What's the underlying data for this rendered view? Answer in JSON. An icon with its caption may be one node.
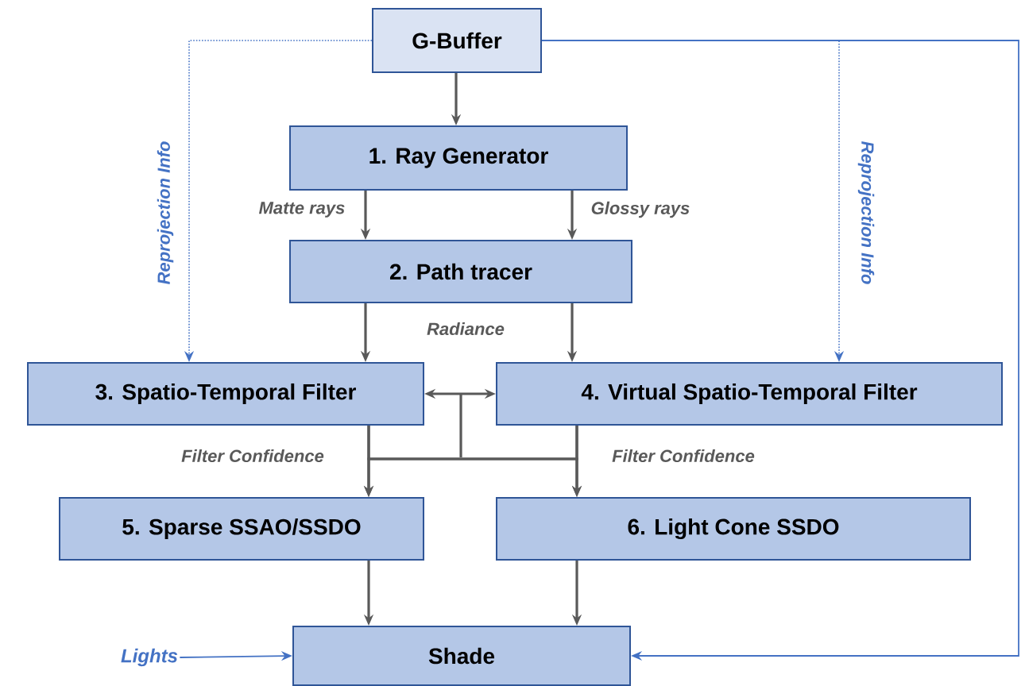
{
  "diagram": {
    "nodes": [
      {
        "text": [
          "G-Buffer"
        ]
      },
      {
        "text": [
          "1. Ray Generator"
        ]
      },
      {
        "text": [
          "2. Path tracer"
        ]
      },
      {
        "text": [
          "3. Spatio-Temporal Filter"
        ]
      },
      {
        "text": [
          "4. Virtual Spatio-Temporal Filter"
        ]
      },
      {
        "text": [
          "5. Sparse SSAO/SSDO"
        ]
      },
      {
        "text": [
          "6. Light Cone SSDO"
        ]
      },
      {
        "text": [
          "Shade"
        ]
      },
      {
        "text": [
          "Lights"
        ]
      }
    ],
    "edges": [
      {
        "from": 0,
        "to": 1,
        "arrow": "to"
      },
      {
        "from": 1,
        "to": 2,
        "arrow": "to",
        "label": "Matte rays"
      },
      {
        "from": 1,
        "to": 2,
        "arrow": "to",
        "label": "Glossy rays"
      },
      {
        "from": 2,
        "to": 3,
        "arrow": "to",
        "label": "Radiance"
      },
      {
        "from": 2,
        "to": 4,
        "arrow": "to"
      },
      {
        "from": 3,
        "to": 4,
        "arrow": "both"
      },
      {
        "from": 3,
        "to": 5,
        "arrow": "to",
        "label": "Filter Confidence"
      },
      {
        "from": 4,
        "to": 6,
        "arrow": "to",
        "label": "Filter Confidence"
      },
      {
        "from": 3,
        "to": 6,
        "arrow": "to"
      },
      {
        "from": 4,
        "to": 5,
        "arrow": "to"
      },
      {
        "from": 5,
        "to": 7,
        "arrow": "to"
      },
      {
        "from": 6,
        "to": 7,
        "arrow": "to"
      },
      {
        "from": 0,
        "to": 3,
        "arrow": "to",
        "style": "dashed",
        "color": "#4472c4",
        "label": "Reprojection Info"
      },
      {
        "from": 0,
        "to": 4,
        "arrow": "to",
        "style": "dashed",
        "color": "#4472c4",
        "label": "Reprojection Info"
      },
      {
        "from": 0,
        "to": 7,
        "arrow": "to",
        "color": "#4472c4"
      },
      {
        "from": 8,
        "to": 7,
        "arrow": "to",
        "color": "#4472c4"
      }
    ]
  }
}
